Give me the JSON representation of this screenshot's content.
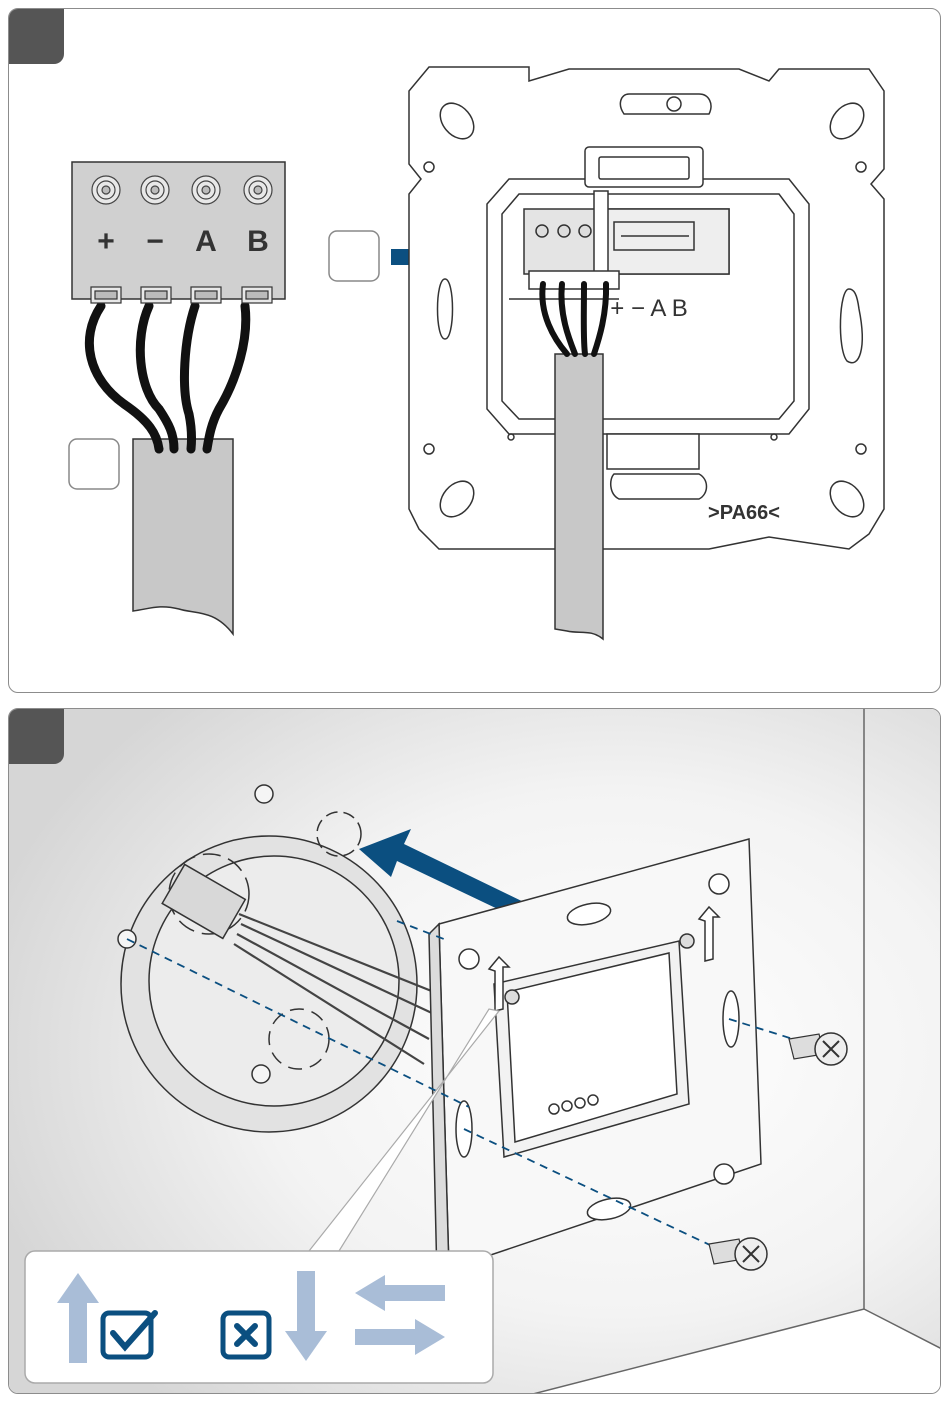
{
  "terminal_block": {
    "labels": [
      "+",
      "−",
      "A",
      "B"
    ]
  },
  "mounting_plate": {
    "terminal_labels": "+ − A B",
    "material_label": ">PA66<"
  },
  "legend": {
    "items": [
      {
        "name": "arrow-up-correct",
        "status": "correct"
      },
      {
        "name": "arrow-down-wrong",
        "status": "wrong"
      },
      {
        "name": "arrows-horizontal",
        "status": "wrong"
      }
    ]
  },
  "colors": {
    "accent": "#0b4f80",
    "cable": "#c8c8c8",
    "wire": "#111111",
    "legend_arrow": "#a9bdd7"
  }
}
